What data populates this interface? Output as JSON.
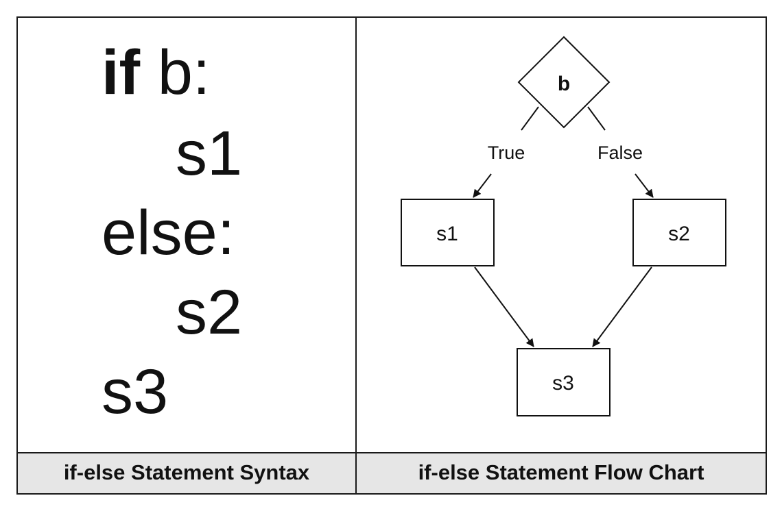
{
  "syntax_panel": {
    "caption": "if-else Statement Syntax",
    "lines": {
      "line1_keyword": "if",
      "line1_rest": " b:",
      "line2": "s1",
      "line3": "else:",
      "line4": "s2",
      "line5": "s3"
    }
  },
  "flowchart_panel": {
    "caption": "if-else Statement Flow Chart",
    "nodes": {
      "decision": "b",
      "s1": "s1",
      "s2": "s2",
      "s3": "s3"
    },
    "edges": {
      "true_label": "True",
      "false_label": "False"
    }
  }
}
